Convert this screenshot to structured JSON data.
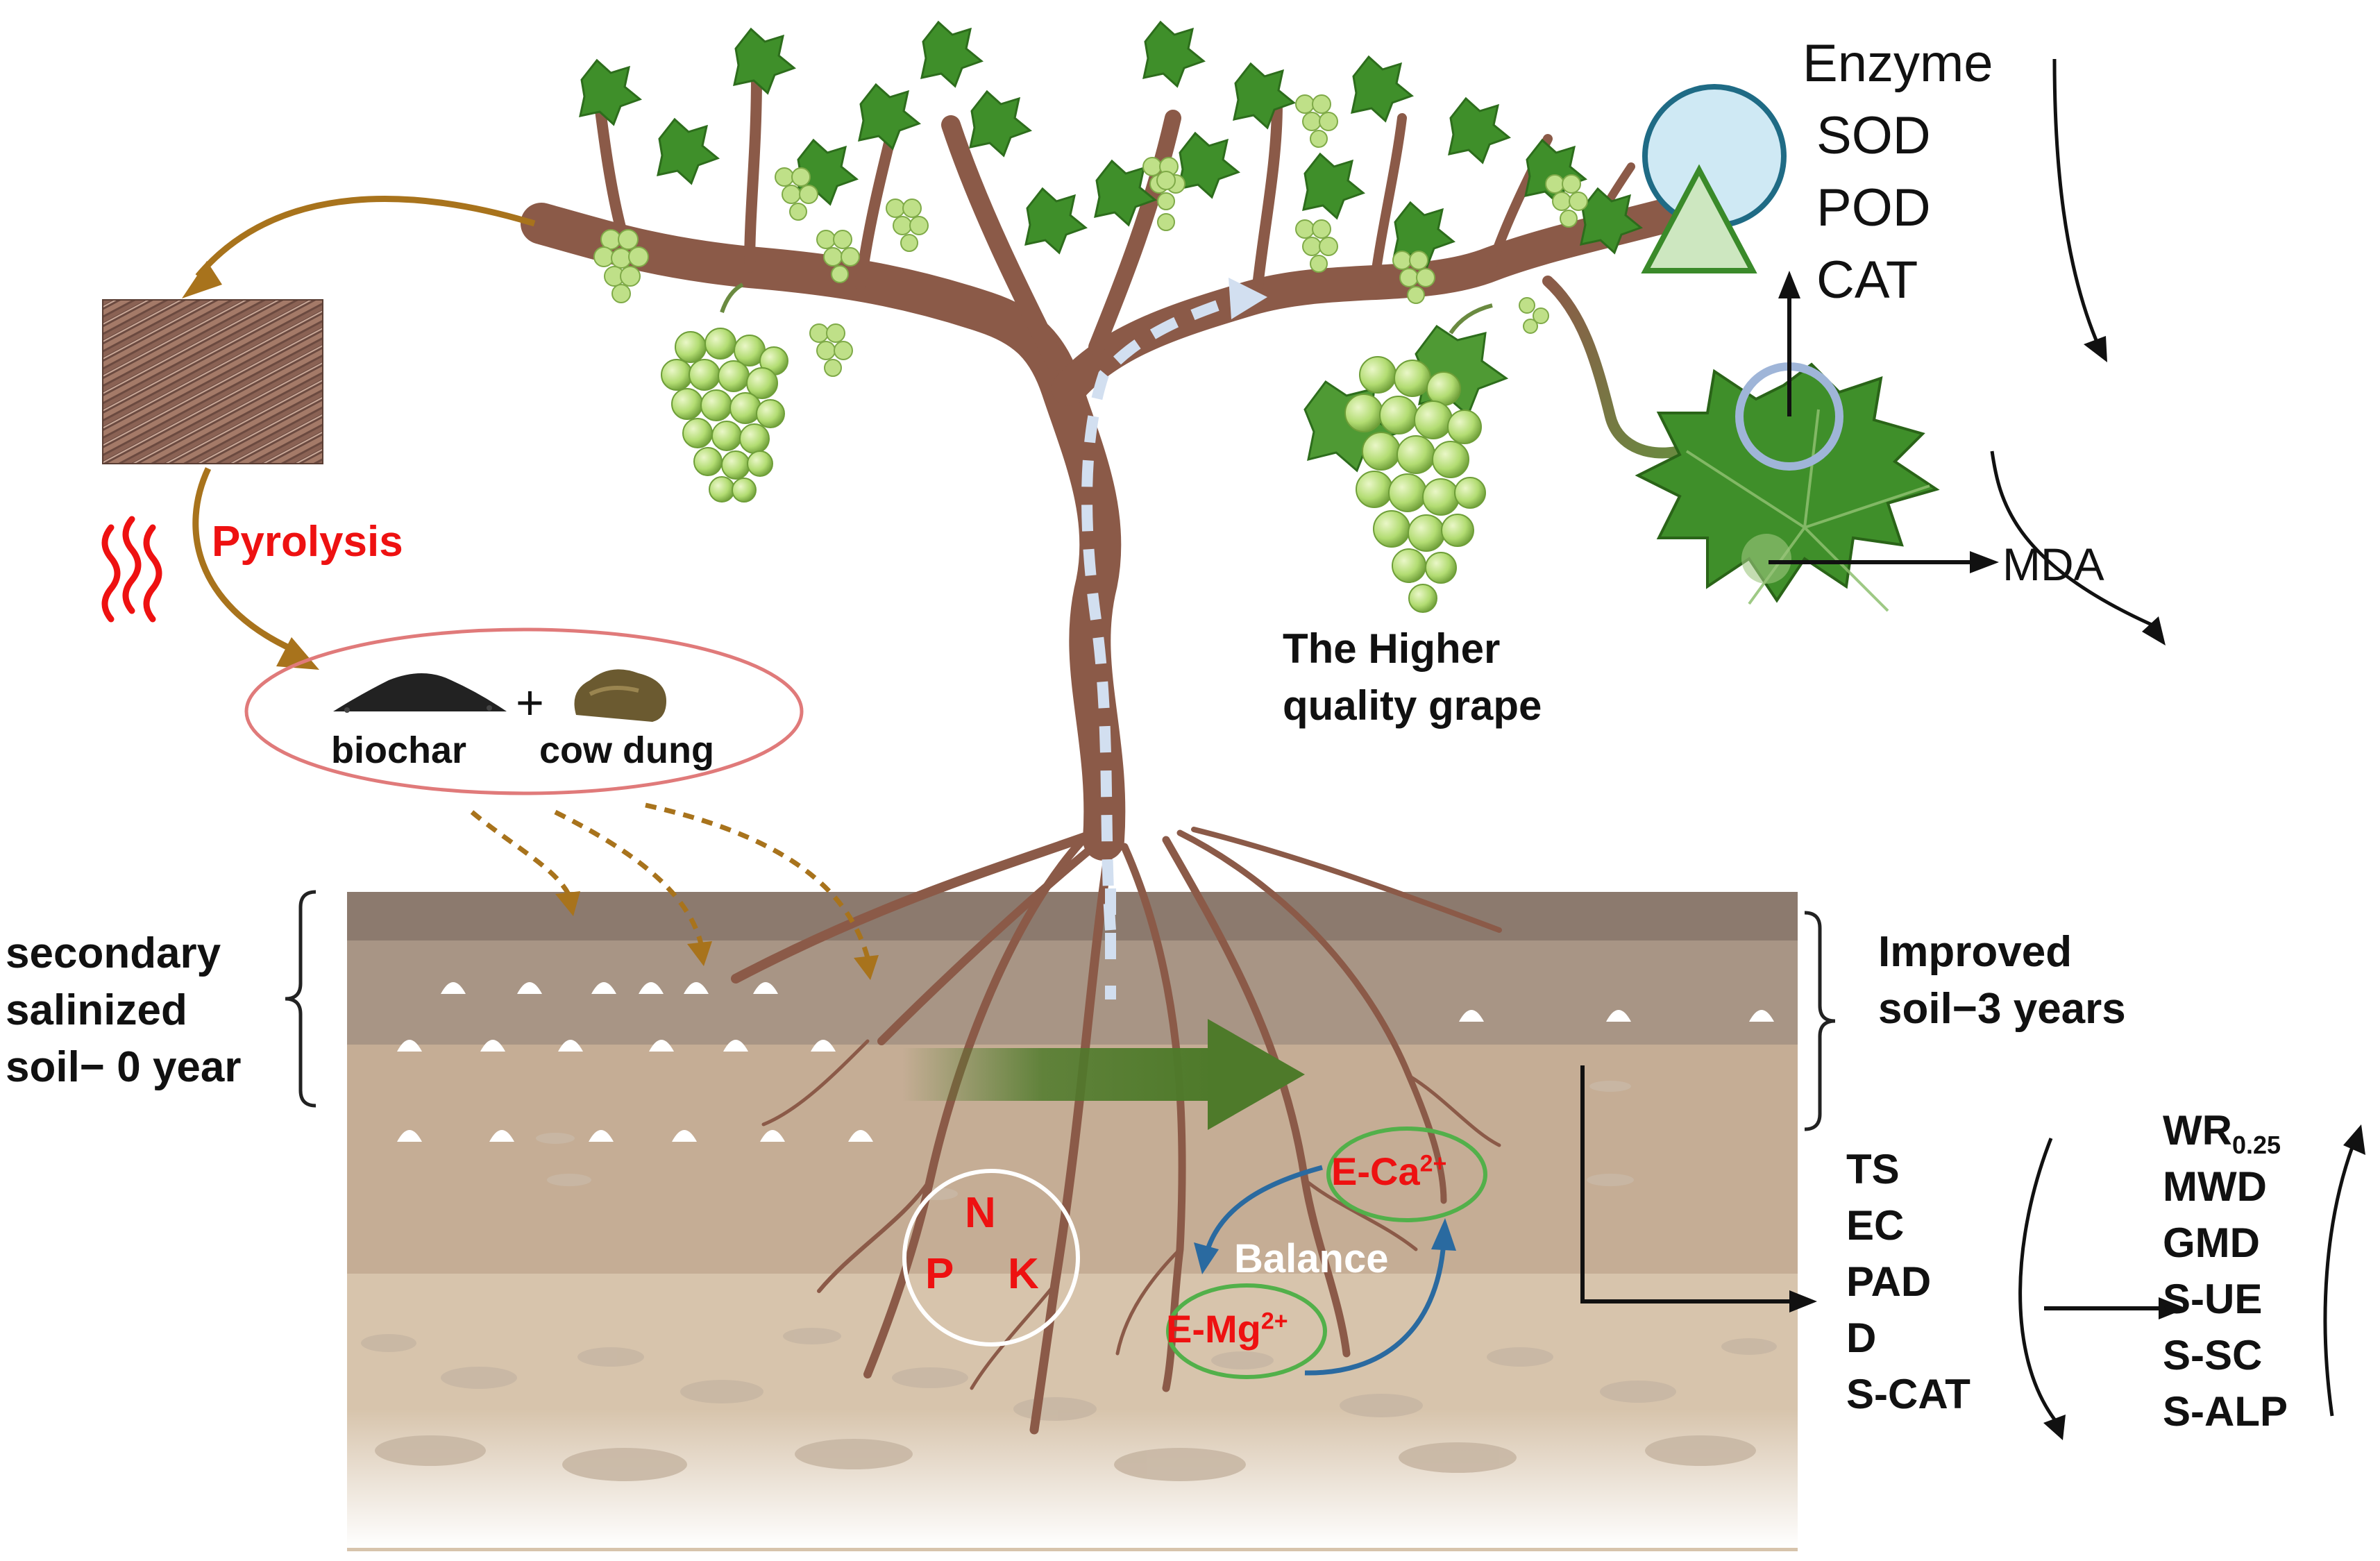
{
  "enzyme": {
    "title": "Enzyme",
    "items": [
      "SOD",
      "POD",
      "CAT"
    ]
  },
  "leaf": {
    "mda": "MDA"
  },
  "process": {
    "pyrolysis": "Pyrolysis"
  },
  "amendments": {
    "biochar": "biochar",
    "plus": "+",
    "cow_dung": "cow dung"
  },
  "grape": {
    "line1": "The Higher",
    "line2": "quality grape"
  },
  "soil_before": {
    "lines": [
      "secondary",
      "salinized",
      "soil− 0 year"
    ]
  },
  "soil_after": {
    "lines": [
      "Improved",
      "soil−3 years"
    ]
  },
  "nutrients": {
    "n": "N",
    "p": "P",
    "k": "K"
  },
  "cations": {
    "ca_base": "E-Ca",
    "ca_sup": "2+",
    "mg_base": "E-Mg",
    "mg_sup": "2+",
    "balance": "Balance"
  },
  "soil_props_down": [
    "TS",
    "EC",
    "PAD",
    "D",
    "S-CAT"
  ],
  "soil_props_up": {
    "wr_base": "WR",
    "wr_sub": "0.25",
    "items": [
      "MWD",
      "GMD",
      "S-UE",
      "S-SC",
      "S-ALP"
    ]
  },
  "colors": {
    "accent_red": "#ee1111",
    "soil_green_arrow": "#4e7a2a",
    "balance_arrow": "#2a6aa0",
    "cation_ring": "#52b04a",
    "trunk": "#8b5a48",
    "leaf": "#3f8f2a",
    "grape": "#a8d66a"
  }
}
